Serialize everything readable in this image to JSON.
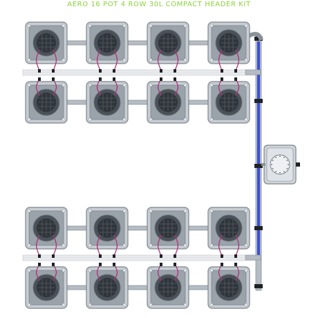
{
  "header": {
    "title": "AERO 16 POT 4 ROW 30L COMPACT HEADER KIT"
  },
  "layout": {
    "rows": 4,
    "pots_per_row": 4,
    "groups": 2,
    "rows_per_group": 2
  },
  "colors": {
    "title_green": "#8bd13a",
    "pot_body": "#c9ced4",
    "pot_edge": "#7d858d",
    "pot_inner": "#9aa2aa",
    "basket_dark": "#2f353b",
    "basket_ring": "#4a5158",
    "pipe_grey": "#b5bcc3",
    "pipe_edge": "#8a9299",
    "manifold_rail": "#e8eaed",
    "drip_purple": "#b0307a",
    "return_blue": "#3a4fd6",
    "fitting_black": "#1f2326",
    "reservoir": "#cfd4d9"
  }
}
